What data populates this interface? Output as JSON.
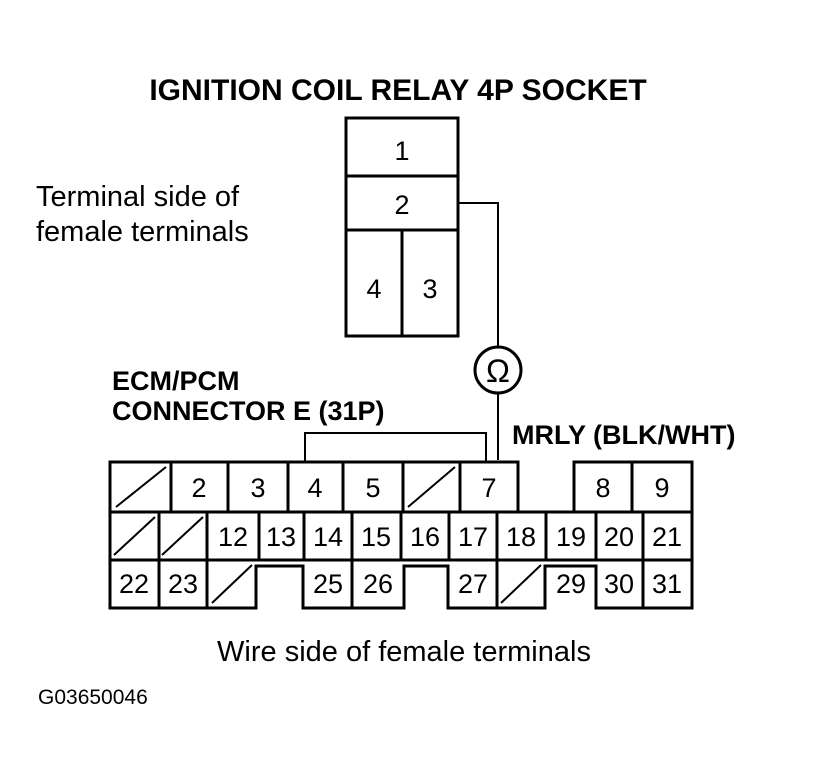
{
  "title": "IGNITION COIL RELAY 4P SOCKET",
  "socket_label": [
    "Terminal side of",
    "female terminals"
  ],
  "socket_pins": {
    "p1": "1",
    "p2": "2",
    "p3": "3",
    "p4": "4"
  },
  "meter_symbol": "Ω",
  "ecm_label": [
    "ECM/PCM",
    "CONNECTOR E (31P)"
  ],
  "wire_label": "MRLY (BLK/WHT)",
  "connector_pins": {
    "p2": "2",
    "p3": "3",
    "p4": "4",
    "p5": "5",
    "p7": "7",
    "p8": "8",
    "p9": "9",
    "p12": "12",
    "p13": "13",
    "p14": "14",
    "p15": "15",
    "p16": "16",
    "p17": "17",
    "p18": "18",
    "p19": "19",
    "p20": "20",
    "p21": "21",
    "p22": "22",
    "p23": "23",
    "p25": "25",
    "p26": "26",
    "p27": "27",
    "p29": "29",
    "p30": "30",
    "p31": "31"
  },
  "bottom_label": "Wire side of female terminals",
  "figure_code": "G03650046"
}
